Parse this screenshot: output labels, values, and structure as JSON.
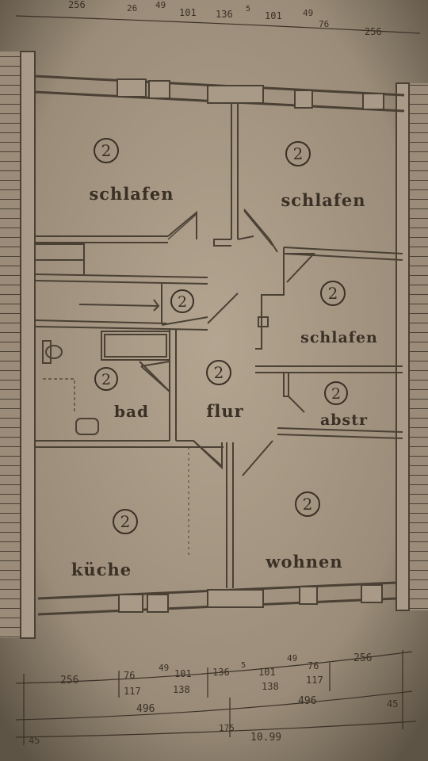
{
  "colors": {
    "paper": "#a89a86",
    "paper_dark": "#6f6453",
    "ink": "#3a3026",
    "wall": "#4a4034"
  },
  "rooms": [
    {
      "id": "schlafen-1",
      "label": "schlafen",
      "number": "2"
    },
    {
      "id": "schlafen-2",
      "label": "schlafen",
      "number": "2"
    },
    {
      "id": "schlafen-3",
      "label": "schlafen",
      "number": "2"
    },
    {
      "id": "stair",
      "label": "",
      "number": "2"
    },
    {
      "id": "bad",
      "label": "bad",
      "number": "2"
    },
    {
      "id": "flur",
      "label": "flur",
      "number": "2"
    },
    {
      "id": "abstr",
      "label": "abstr",
      "number": "2"
    },
    {
      "id": "kueche",
      "label": "küche",
      "number": "2"
    },
    {
      "id": "wohnen",
      "label": "wohnen",
      "number": "2"
    }
  ],
  "dimensions_top": [
    "256",
    "26",
    "49",
    "101",
    "136",
    "5",
    "101",
    "49",
    "76",
    "256"
  ],
  "dimensions_bottom_row1": [
    "256",
    "76",
    "49",
    "101",
    "136",
    "5",
    "101",
    "49",
    "76",
    "256"
  ],
  "dimensions_bottom_row2": [
    "117",
    "138",
    "138",
    "117"
  ],
  "dimensions_bottom_row3": [
    "496",
    "496"
  ],
  "dimensions_bottom_row4": [
    "45",
    "175",
    "45"
  ],
  "dimensions_total": "10.99"
}
